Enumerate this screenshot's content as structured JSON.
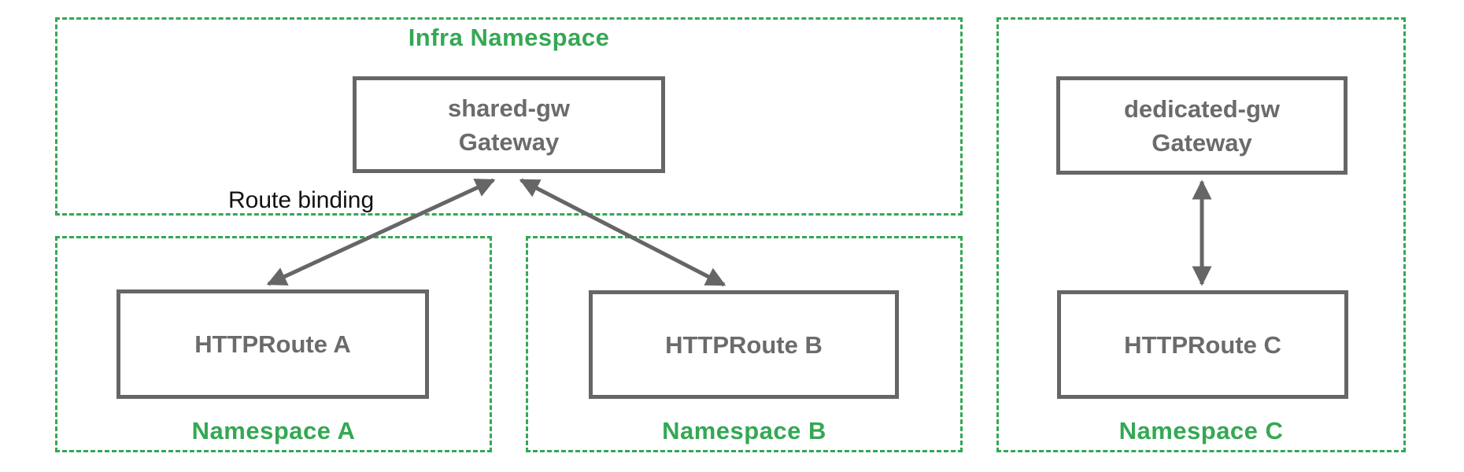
{
  "colors": {
    "namespace_green": "#34a853",
    "node_gray": "#666666",
    "node_text_gray": "#6b6b6b",
    "annotation_black": "#111111",
    "background": "#ffffff"
  },
  "namespaces": {
    "infra": {
      "label": "Infra Namespace"
    },
    "a": {
      "label": "Namespace A"
    },
    "b": {
      "label": "Namespace B"
    },
    "c": {
      "label": "Namespace C"
    }
  },
  "nodes": {
    "shared_gw": {
      "line1": "shared-gw",
      "line2": "Gateway"
    },
    "dedicated_gw": {
      "line1": "dedicated-gw",
      "line2": "Gateway"
    },
    "route_a": {
      "label": "HTTPRoute A"
    },
    "route_b": {
      "label": "HTTPRoute B"
    },
    "route_c": {
      "label": "HTTPRoute C"
    }
  },
  "annotations": {
    "route_binding": "Route binding"
  },
  "edges": [
    {
      "from": "shared-gw Gateway",
      "to": "HTTPRoute A",
      "bidirectional": true
    },
    {
      "from": "shared-gw Gateway",
      "to": "HTTPRoute B",
      "bidirectional": true
    },
    {
      "from": "dedicated-gw Gateway",
      "to": "HTTPRoute C",
      "bidirectional": true
    }
  ]
}
